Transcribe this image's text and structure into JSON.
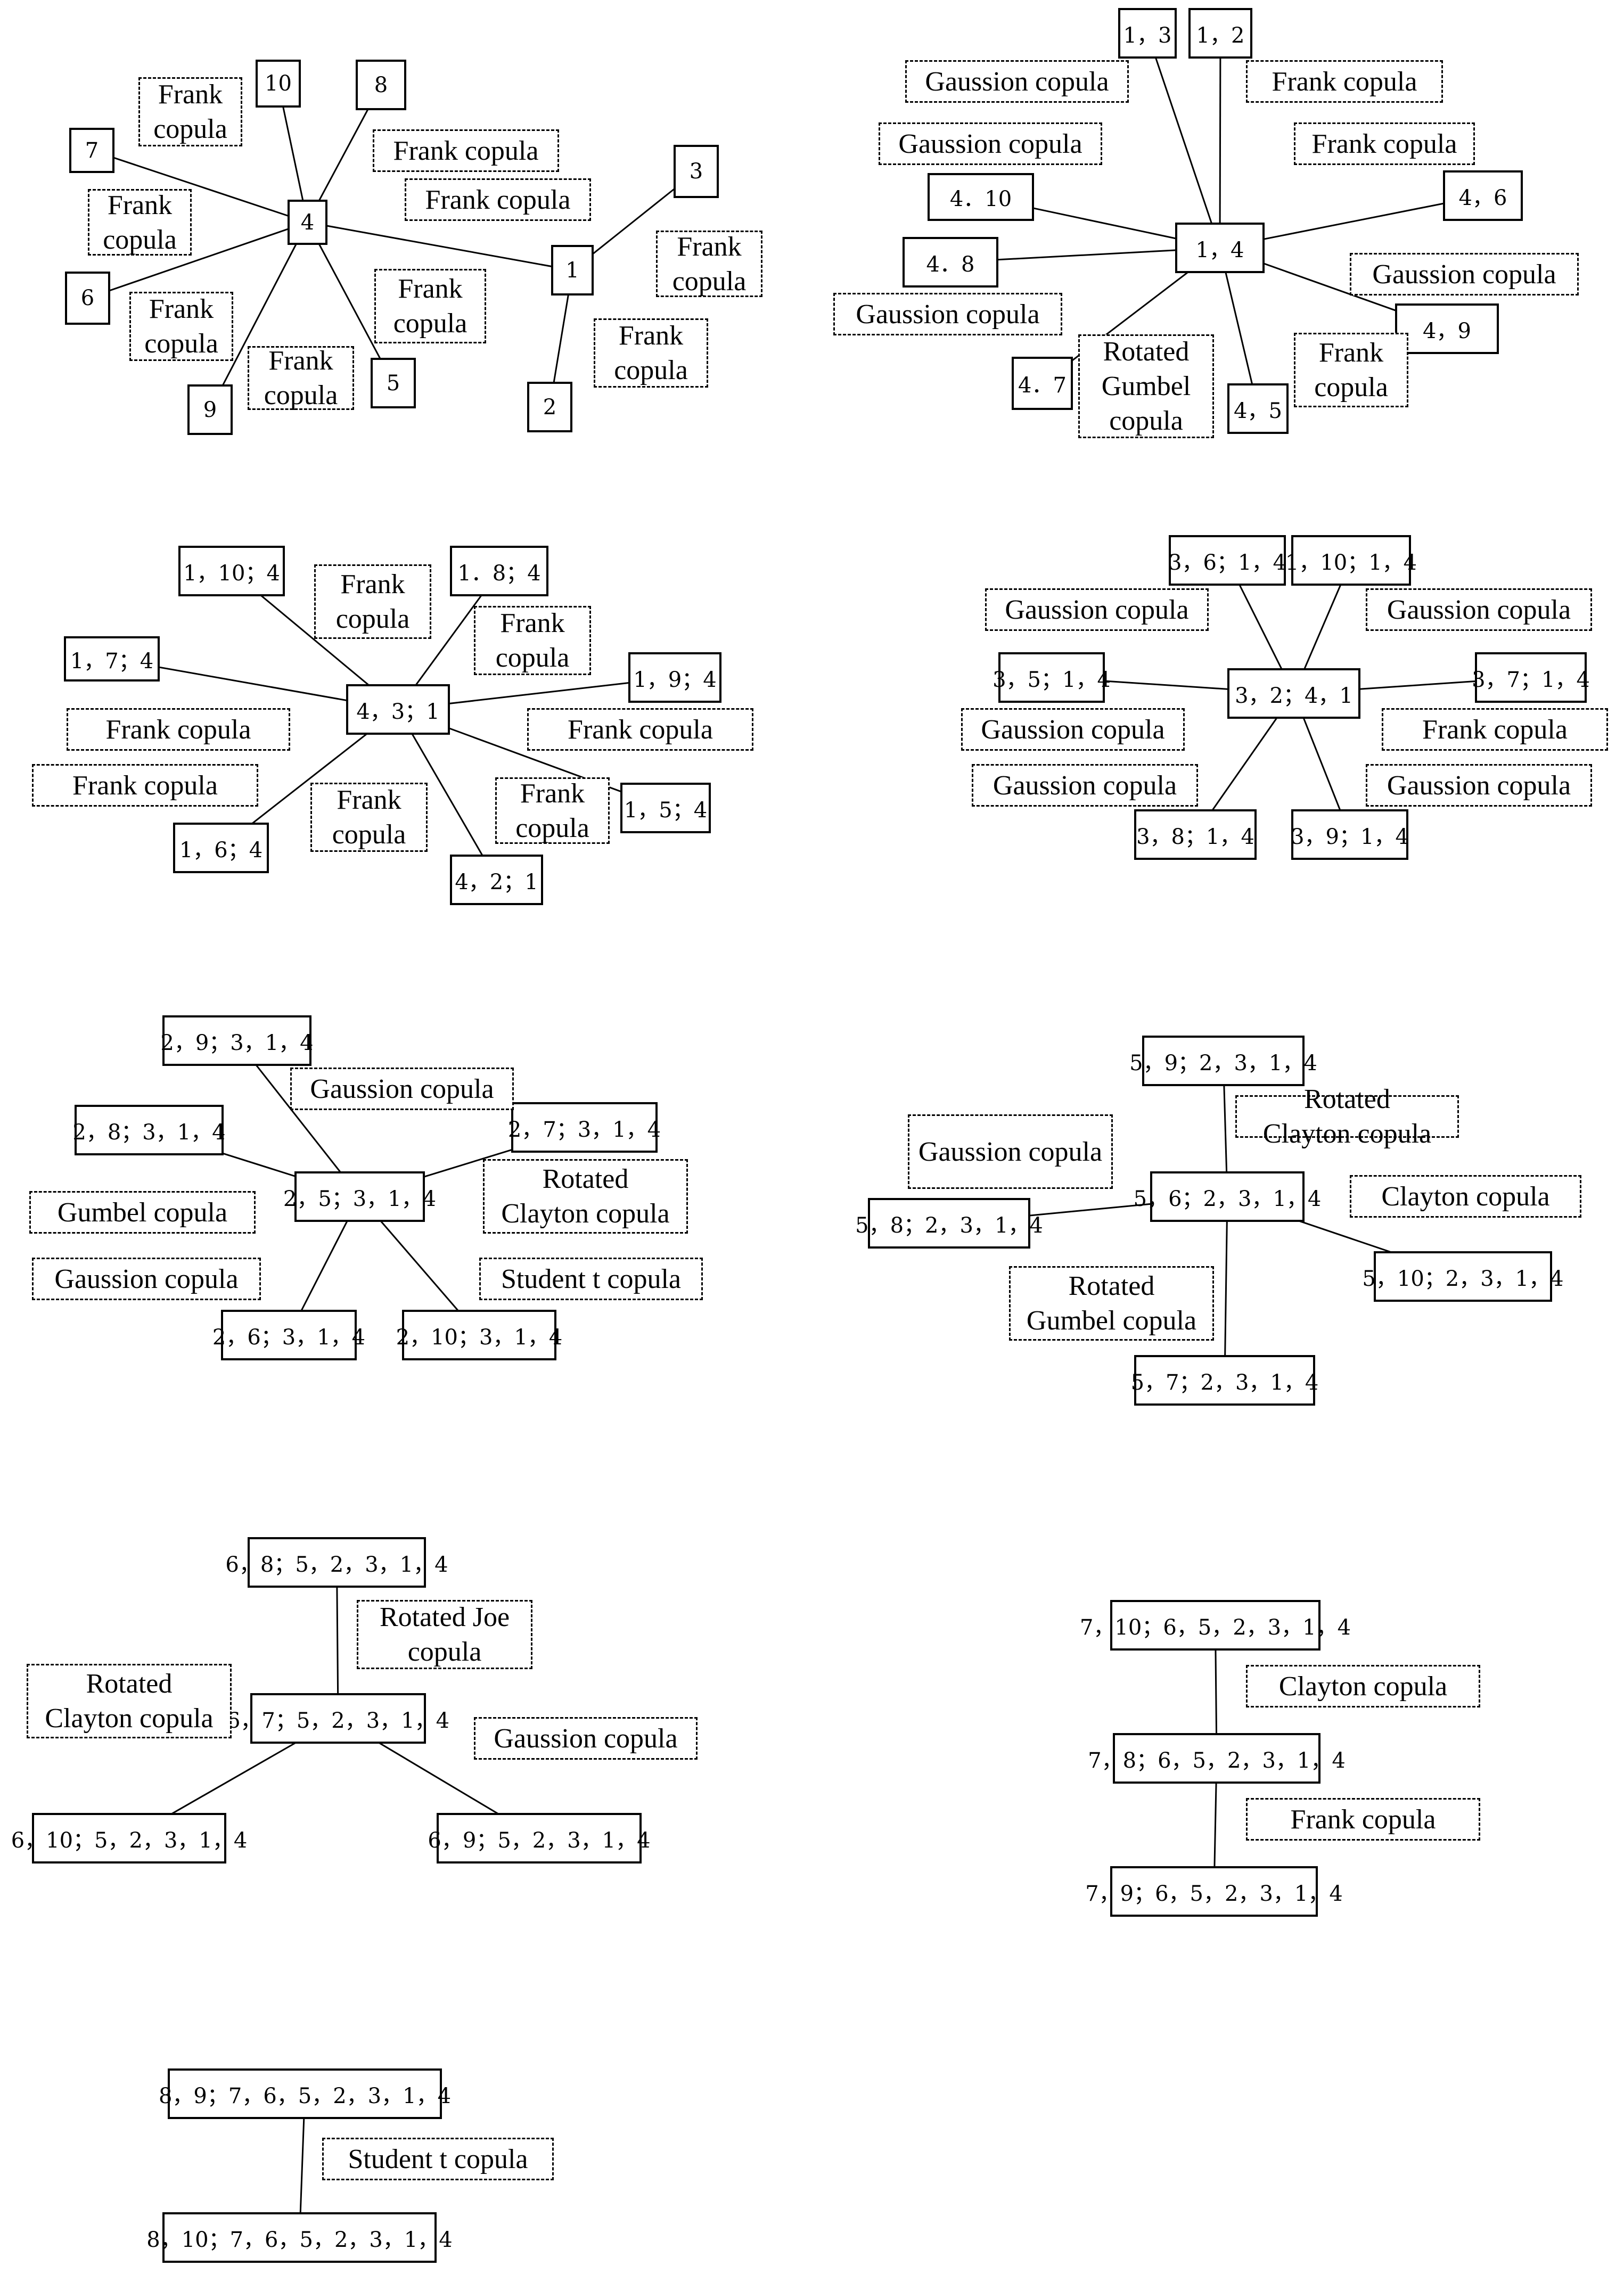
{
  "trees": [
    {
      "nodes": [
        {
          "id": "4",
          "text": "4"
        },
        {
          "id": "1",
          "text": "1"
        },
        {
          "id": "10",
          "text": "10"
        },
        {
          "id": "8",
          "text": "8"
        },
        {
          "id": "7",
          "text": "7"
        },
        {
          "id": "6",
          "text": "6"
        },
        {
          "id": "9",
          "text": "9"
        },
        {
          "id": "5",
          "text": "5"
        },
        {
          "id": "3",
          "text": "3"
        },
        {
          "id": "2",
          "text": "2"
        }
      ],
      "edges": [
        [
          "4",
          "10"
        ],
        [
          "4",
          "8"
        ],
        [
          "4",
          "7"
        ],
        [
          "4",
          "6"
        ],
        [
          "4",
          "9"
        ],
        [
          "4",
          "5"
        ],
        [
          "4",
          "1"
        ],
        [
          "1",
          "3"
        ],
        [
          "1",
          "2"
        ]
      ],
      "labels": [
        "Frank\ncopula",
        "Frank copula",
        "Frank copula",
        "Frank\ncopula",
        "Frank\ncopula",
        "Frank\ncopula",
        "Frank\ncopula",
        "Frank\ncopula",
        "Frank\ncopula"
      ]
    },
    {
      "nodes": [
        {
          "id": "14",
          "text": "1，4"
        },
        {
          "id": "13",
          "text": "1，3"
        },
        {
          "id": "12",
          "text": "1，2"
        },
        {
          "id": "410",
          "text": "4．10"
        },
        {
          "id": "46",
          "text": "4，6"
        },
        {
          "id": "48",
          "text": "4．8"
        },
        {
          "id": "49",
          "text": "4，9"
        },
        {
          "id": "47",
          "text": "4．7"
        },
        {
          "id": "45",
          "text": "4，5"
        }
      ],
      "edges": [
        [
          "14",
          "13"
        ],
        [
          "14",
          "12"
        ],
        [
          "14",
          "410"
        ],
        [
          "14",
          "46"
        ],
        [
          "14",
          "48"
        ],
        [
          "14",
          "49"
        ],
        [
          "14",
          "47"
        ],
        [
          "14",
          "45"
        ]
      ],
      "labels": [
        "Gaussion copula",
        "Frank copula",
        "Gaussion copula",
        "Frank copula",
        "Gaussion copula",
        "Gaussion copula",
        "Rotated\nGumbel\ncopula",
        "Frank\ncopula"
      ]
    },
    {
      "nodes": [
        {
          "id": "c",
          "text": "4，3；1"
        },
        {
          "id": "a",
          "text": "1，10；4"
        },
        {
          "id": "b",
          "text": "1．8；4"
        },
        {
          "id": "d",
          "text": "1，7；4"
        },
        {
          "id": "e",
          "text": "1，9；4"
        },
        {
          "id": "f",
          "text": "1，6；4"
        },
        {
          "id": "g",
          "text": "4，2；1"
        },
        {
          "id": "h",
          "text": "1，5；4"
        }
      ],
      "edges": [
        [
          "c",
          "a"
        ],
        [
          "c",
          "b"
        ],
        [
          "c",
          "d"
        ],
        [
          "c",
          "e"
        ],
        [
          "c",
          "f"
        ],
        [
          "c",
          "g"
        ],
        [
          "c",
          "h"
        ]
      ],
      "labels": [
        "Frank\ncopula",
        "Frank\ncopula",
        "Frank copula",
        "Frank copula",
        "Frank copula",
        "Frank\ncopula",
        "Frank\ncopula"
      ]
    },
    {
      "nodes": [
        {
          "id": "c",
          "text": "3，2；4，1"
        },
        {
          "id": "a",
          "text": "3，6；1，4"
        },
        {
          "id": "b",
          "text": "1，10；1，4"
        },
        {
          "id": "d",
          "text": "3，5；1，4"
        },
        {
          "id": "e",
          "text": "3，7；1，4"
        },
        {
          "id": "f",
          "text": "3，8；1，4"
        },
        {
          "id": "g",
          "text": "3，9；1，4"
        }
      ],
      "edges": [
        [
          "c",
          "a"
        ],
        [
          "c",
          "b"
        ],
        [
          "c",
          "d"
        ],
        [
          "c",
          "e"
        ],
        [
          "c",
          "f"
        ],
        [
          "c",
          "g"
        ]
      ],
      "labels": [
        "Gaussion copula",
        "Gaussion copula",
        "Gaussion copula",
        "Frank copula",
        "Gaussion copula",
        "Gaussion copula"
      ]
    },
    {
      "nodes": [
        {
          "id": "c",
          "text": "2，5；3，1，4"
        },
        {
          "id": "a",
          "text": "2，9；3，1，4"
        },
        {
          "id": "b",
          "text": "2，7；3，1，4"
        },
        {
          "id": "d",
          "text": "2，8；3，1，4"
        },
        {
          "id": "e",
          "text": "2，6；3，1，4"
        },
        {
          "id": "f",
          "text": "2，10；3，1，4"
        }
      ],
      "edges": [
        [
          "c",
          "a"
        ],
        [
          "c",
          "b"
        ],
        [
          "c",
          "d"
        ],
        [
          "c",
          "e"
        ],
        [
          "c",
          "f"
        ]
      ],
      "labels": [
        "Gaussion copula",
        "Rotated\nClayton copula",
        "Gumbel copula",
        "Gaussion copula",
        "Student t copula"
      ]
    },
    {
      "nodes": [
        {
          "id": "c",
          "text": "5，6；2，3，1，4"
        },
        {
          "id": "a",
          "text": "5，9；2，3，1，4"
        },
        {
          "id": "b",
          "text": "5，8；2，3，1，4"
        },
        {
          "id": "d",
          "text": "5，10；2，3，1，4"
        },
        {
          "id": "e",
          "text": "5，7；2，3，1，4"
        }
      ],
      "edges": [
        [
          "c",
          "a"
        ],
        [
          "c",
          "b"
        ],
        [
          "c",
          "d"
        ],
        [
          "c",
          "e"
        ]
      ],
      "labels": [
        "Gaussion copula",
        "Rotated\nClayton copula",
        "Clayton copula",
        "Rotated\nGumbel copula"
      ]
    },
    {
      "nodes": [
        {
          "id": "c",
          "text": "6，7；5，2，3，1，4"
        },
        {
          "id": "a",
          "text": "6，8；5，2，3，1，4"
        },
        {
          "id": "b",
          "text": "6，10；5，2，3，1，4"
        },
        {
          "id": "d",
          "text": "6，9；5，2，3，1，4"
        }
      ],
      "edges": [
        [
          "c",
          "a"
        ],
        [
          "c",
          "b"
        ],
        [
          "c",
          "d"
        ]
      ],
      "labels": [
        "Rotated Joe\ncopula",
        "Rotated\nClayton copula",
        "Gaussion copula"
      ]
    },
    {
      "nodes": [
        {
          "id": "a",
          "text": "7，10；6，5，2，3，1，4"
        },
        {
          "id": "c",
          "text": "7，8；6，5，2，3，1，4"
        },
        {
          "id": "b",
          "text": "7，9；6，5，2，3，1，4"
        }
      ],
      "edges": [
        [
          "a",
          "c"
        ],
        [
          "c",
          "b"
        ]
      ],
      "labels": [
        "Clayton copula",
        "Frank copula"
      ]
    },
    {
      "nodes": [
        {
          "id": "a",
          "text": "8，9；7，6，5，2，3，1，4"
        },
        {
          "id": "b",
          "text": "8，10；7，6，5，2，3，1，4"
        }
      ],
      "edges": [
        [
          "a",
          "b"
        ]
      ],
      "labels": [
        "Student t copula"
      ]
    }
  ]
}
